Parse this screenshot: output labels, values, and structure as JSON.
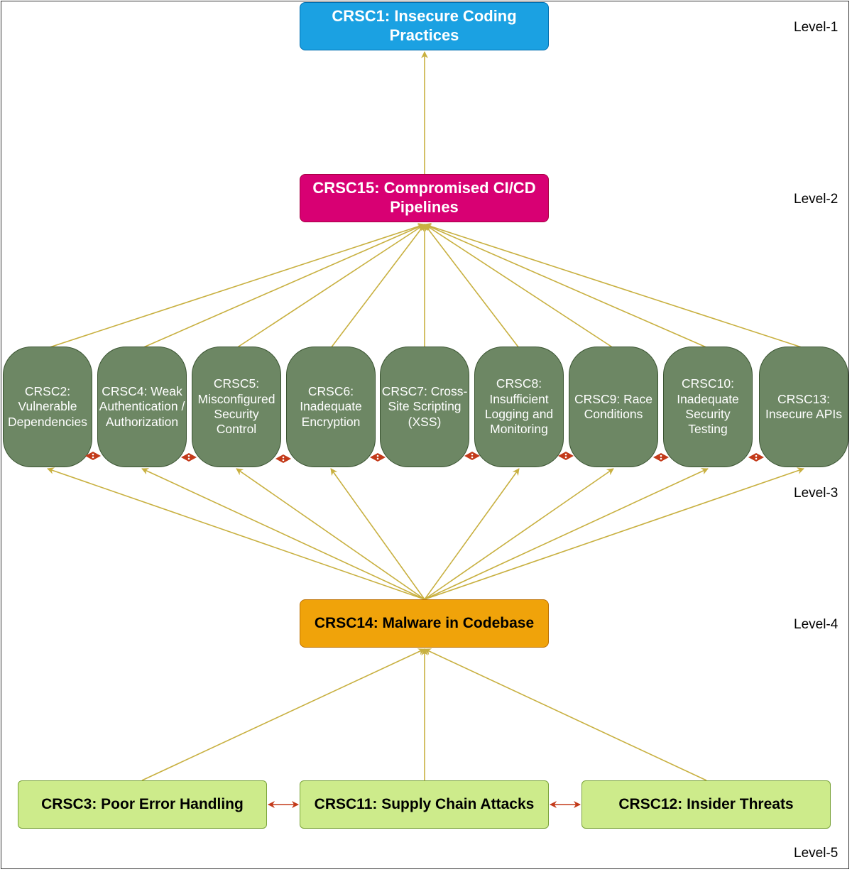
{
  "levels": [
    "Level-1",
    "Level-2",
    "Level-3",
    "Level-4",
    "Level-5"
  ],
  "nodes": {
    "crsc1": "CRSC1: Insecure Coding Practices",
    "crsc15": "CRSC15: Compromised CI/CD Pipelines",
    "level3": [
      "CRSC2: Vulnerable Dependencies",
      "CRSC4: Weak Authentication / Authorization",
      "CRSC5: Misconfigured Security Control",
      "CRSC6: Inadequate Encryption",
      "CRSC7: Cross-Site Scripting (XSS)",
      "CRSC8: Insufficient Logging and Monitoring",
      "CRSC9: Race Conditions",
      "CRSC10: Inadequate Security Testing",
      "CRSC13: Insecure APIs"
    ],
    "crsc14": "CRSC14: Malware in Codebase",
    "level5": [
      "CRSC3: Poor Error Handling",
      "CRSC11: Supply Chain Attacks",
      "CRSC12: Insider Threats"
    ]
  },
  "colors": {
    "level1_fill": "#1ba1e2",
    "level2_fill": "#d80073",
    "level3_fill": "#6d8764",
    "level4_fill": "#f0a30a",
    "level5_fill": "#cdeb8b",
    "edge": "#c8b040",
    "mutual_link": "#c33a1a"
  }
}
